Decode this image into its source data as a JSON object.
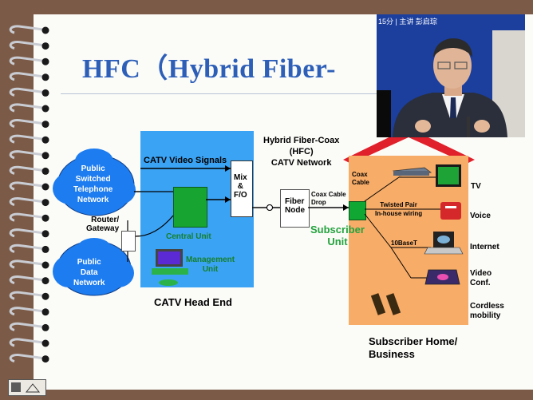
{
  "slide": {
    "title": "HFC（Hybrid Fiber-",
    "catv_video_signals": "CATV Video Signals",
    "mix_label": "Mix\n&\nF/O",
    "hfc_network_label": "Hybrid Fiber-Coax\n(HFC)\nCATV Network",
    "coax_cable_drop": "Coax Cable\nDrop",
    "fiber_node": "Fiber\nNode",
    "subscriber_unit": "Subscriber\nUnit",
    "public_switched_telephone_network": "Public\nSwitched\nTelephone\nNetwork",
    "router_gateway": "Router/\nGateway",
    "public_data_network": "Public\nData\nNetwork",
    "central_unit": "Central Unit",
    "management_unit": "Management\nUnit",
    "catv_head_end": "CATV Head End",
    "coax_cable": "Coax\nCable",
    "twisted_pair": "Twisted Pair\nIn-house wiring",
    "tenbaset": "10BaseT",
    "services": {
      "tv": "TV",
      "voice": "Voice",
      "internet": "Internet",
      "video_conf": "Video\nConf.",
      "cordless": "Cordless\nmobility"
    },
    "subscriber_home": "Subscriber Home/\nBusiness"
  },
  "video_overlay": {
    "caption": "15分 | 主讲    彭启琮"
  },
  "colors": {
    "title": "#2d5fb8",
    "head_end_block": "#3ba3f4",
    "cloud": "#1d7cf0",
    "house": "#f7ac68",
    "roof": "#e0202a",
    "green": "#17a431",
    "frame": "#7b5a47"
  },
  "icons": [
    "spiral-binding-ring",
    "cloud-icon",
    "monitor-icon",
    "phone-icon",
    "laptop-icon",
    "cellphone-icon",
    "modem-icon",
    "tv-icon"
  ]
}
